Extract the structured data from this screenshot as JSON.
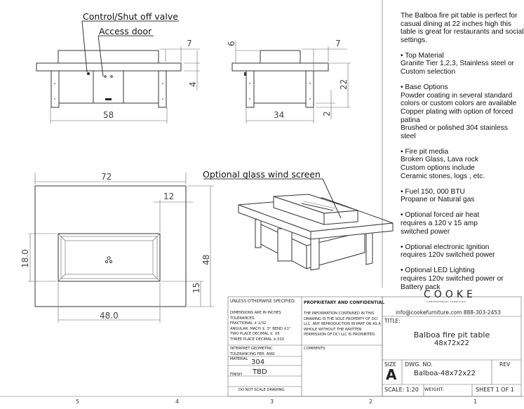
{
  "callouts": {
    "valve": "Control/Shut off valve",
    "door": "Access door",
    "screen": "Optional glass wind screen"
  },
  "dimensions": {
    "front_width": "58",
    "front_screen_inset": "7",
    "front_screen_height": "4",
    "side_width": "34",
    "side_screen_height": "6",
    "side_screen_inset": "7",
    "side_height": "22",
    "side_base": "2",
    "top_length": "72",
    "top_inset": "12",
    "top_burner_width": "18.0",
    "top_width": "48",
    "top_offset": "15",
    "top_burner_length": "48.0"
  },
  "notes": [
    "The Balboa fire pit table is perfect for casual dining at 22 inches high this table is great for restaurants and social settings.",
    "• Top Material\nGranite Tier 1,2,3, Stainless steel or Custom selection",
    " • Base Options\nPowder coating in several standard colors or custom colors are available\nCopper plating with option of forced patina\nBrushed or polished  304 stainless steel",
    "• Fire pit media\nBroken Glass, Lava rock\nCustom options include\nCeramic stones, logs , etc.",
    "• Fuel  150, 000 BTU\nPropane or Natural gas",
    "• Optional forced air heat\nrequires a 120 v 15 amp\nswitched power",
    "• Optional electronic Ignition\nrequires 120v switched power",
    "• Optional LED Lighting\nrequires 120v switched power or Battery pack"
  ],
  "title_block": {
    "unless": "UNLESS OTHERWISE SPECIFIED:",
    "tolerances": "DIMENSIONS ARE IN INCHES\nTOLERANCES:\nFRACTIONAL ± 1/32\nANGULAR: MACH ± .5°  BEND ±1°\nTWO PLACE DECIMAL    ± .05\nTHREE PLACE DECIMAL  ±.010",
    "proprietary": "PROPRIETARY AND CONFIDENTIAL",
    "proprietary_text": "THE INFORMATION CONTAINED IN THIS DRAWING IS THE SOLE PROPERTY OF DCI LLC.  ANY REPRODUCTION IN PART OR AS A WHOLE WITHOUT THE WRITTEN PERMISSION OF DCI LLC IS PROHIBITED.",
    "interpret": "INTERPRET GEOMETRIC\nTOLERANCING PER: ANSI",
    "comments": "COMMENTS:",
    "material_label": "MATERIAL",
    "material": "304",
    "finish_label": "FINISH",
    "finish": "TBD",
    "no_scale": "DO NOT SCALE DRAWING",
    "logo": "COOKE",
    "logo_sub": "CONTEMPORARY FURNITURE",
    "contact": "info@cookefurniture.com 888-303-2453",
    "title_label": "TITLE:",
    "title": "Balboa fire pit table",
    "title_size": "48x72x22",
    "size_label": "SIZE",
    "size": "A",
    "dwg_label": "DWG.  NO.",
    "dwg_no": "Balboa-48x72x22",
    "rev_label": "REV",
    "scale": "SCALE: 1:20",
    "weight": "WEIGHT:",
    "sheet": "SHEET 1 OF 1"
  },
  "zones": [
    "5",
    "4",
    "3",
    "2",
    "1"
  ]
}
